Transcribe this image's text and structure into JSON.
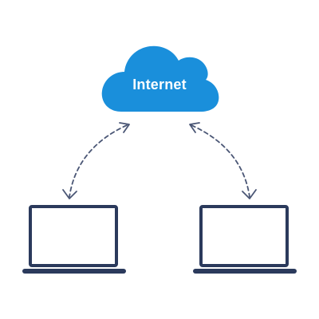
{
  "cloud": {
    "label": "Internet",
    "icon": "cloud-icon",
    "color": "#1a8fdb"
  },
  "devices": [
    {
      "icon": "laptop-icon",
      "position": "left"
    },
    {
      "icon": "laptop-icon",
      "position": "right"
    }
  ],
  "connections": [
    {
      "from": "cloud",
      "to": "laptop-left",
      "style": "dashed",
      "direction": "bidirectional"
    },
    {
      "from": "cloud",
      "to": "laptop-right",
      "style": "dashed",
      "direction": "bidirectional"
    }
  ],
  "colors": {
    "laptop": "#2b3a5c",
    "connector": "#4a5675",
    "background": "#ffffff"
  }
}
